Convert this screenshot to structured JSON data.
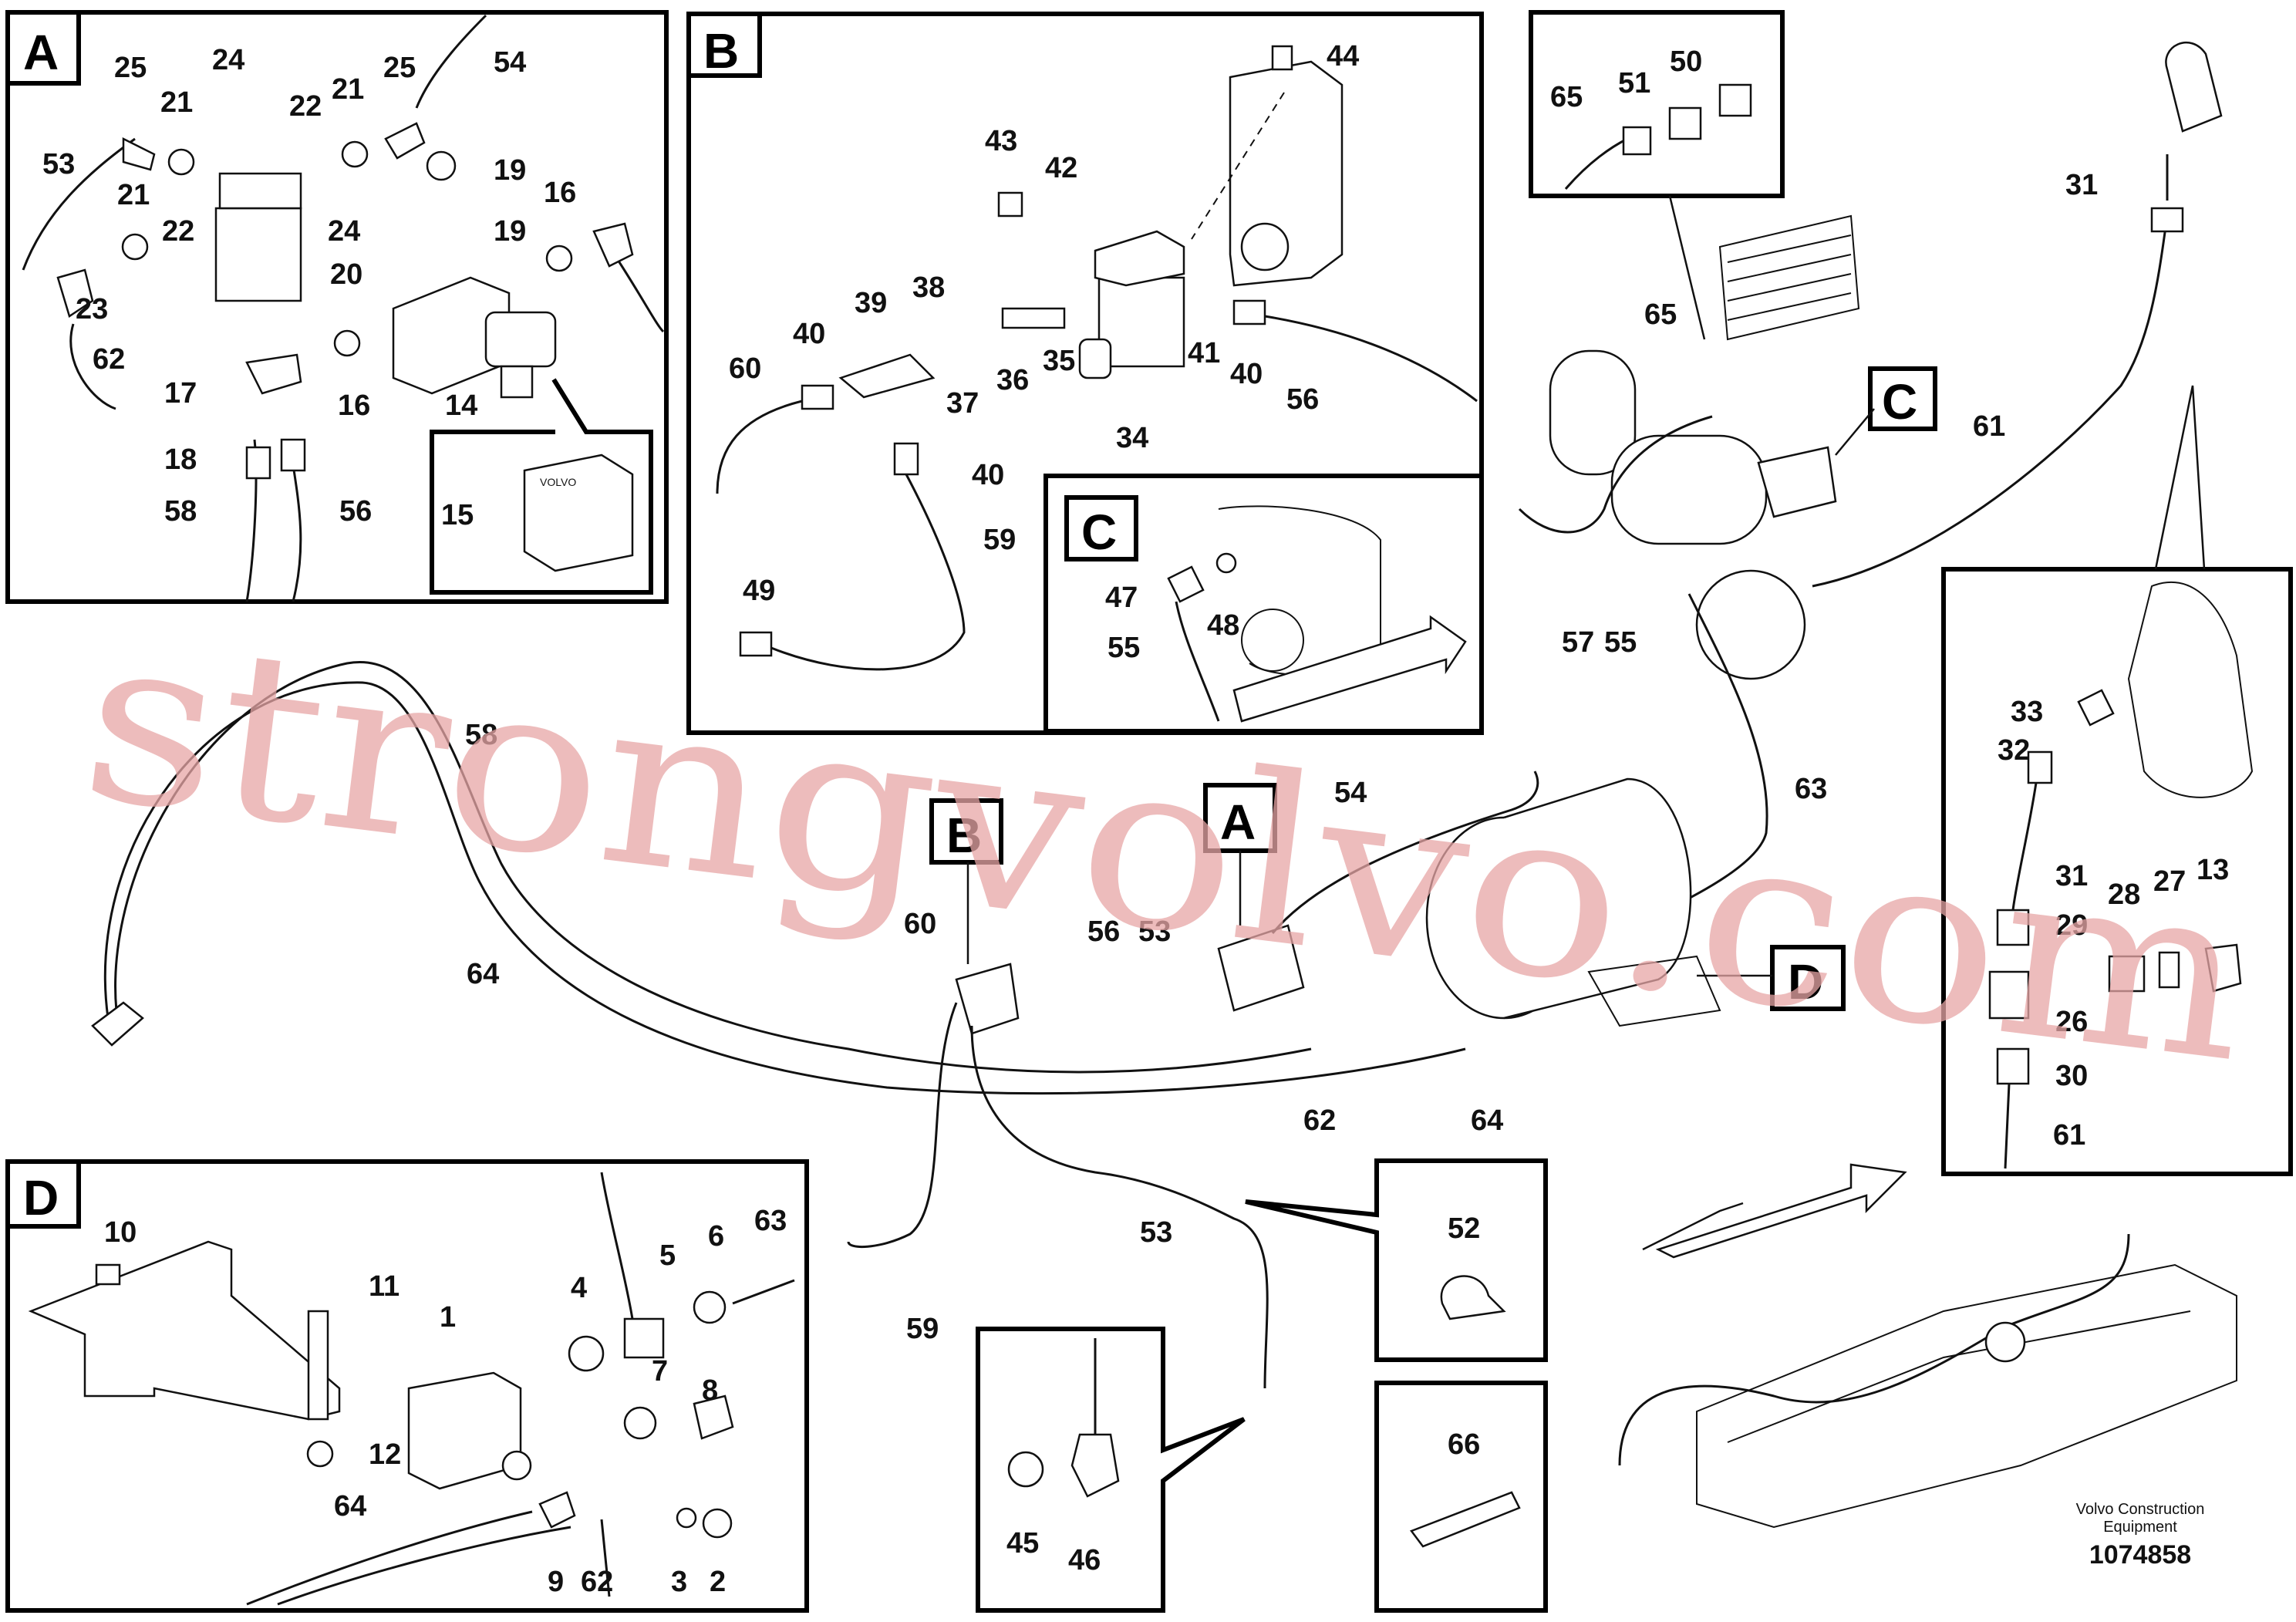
{
  "inset_letters": {
    "A": "A",
    "B": "B",
    "C1": "C",
    "C2": "C",
    "D": "D"
  },
  "callout_letters": {
    "B": "B",
    "A": "A",
    "C": "C",
    "D": "D"
  },
  "labels": {
    "a": [
      "25",
      "24",
      "21",
      "22",
      "21",
      "25",
      "54",
      "53",
      "21",
      "19",
      "22",
      "24",
      "19",
      "16",
      "23",
      "20",
      "62",
      "17",
      "16",
      "14",
      "18",
      "58",
      "56",
      "15"
    ],
    "b": [
      "44",
      "43",
      "42",
      "39",
      "38",
      "40",
      "36",
      "35",
      "41",
      "40",
      "56",
      "60",
      "37",
      "34",
      "40",
      "59",
      "49"
    ],
    "c": [
      "47",
      "48",
      "55"
    ],
    "top": [
      "65",
      "51",
      "50",
      "65",
      "57",
      "55",
      "31",
      "61",
      "63"
    ],
    "right": [
      "33",
      "32",
      "31",
      "28",
      "27",
      "13",
      "29",
      "26",
      "30",
      "61"
    ],
    "main": [
      "58",
      "64",
      "54",
      "60",
      "56",
      "53",
      "62",
      "64",
      "59",
      "53"
    ],
    "d": [
      "10",
      "11",
      "1",
      "4",
      "5",
      "6",
      "63",
      "7",
      "8",
      "12",
      "64",
      "9",
      "62",
      "3",
      "2"
    ],
    "small": [
      "52",
      "66",
      "45",
      "46"
    ]
  },
  "product_marks": {
    "box_text": "VOLVO"
  },
  "watermark": "strongvolvo.com",
  "brand_line1": "Volvo Construction",
  "brand_line2": "Equipment",
  "doc_number": "1074858"
}
